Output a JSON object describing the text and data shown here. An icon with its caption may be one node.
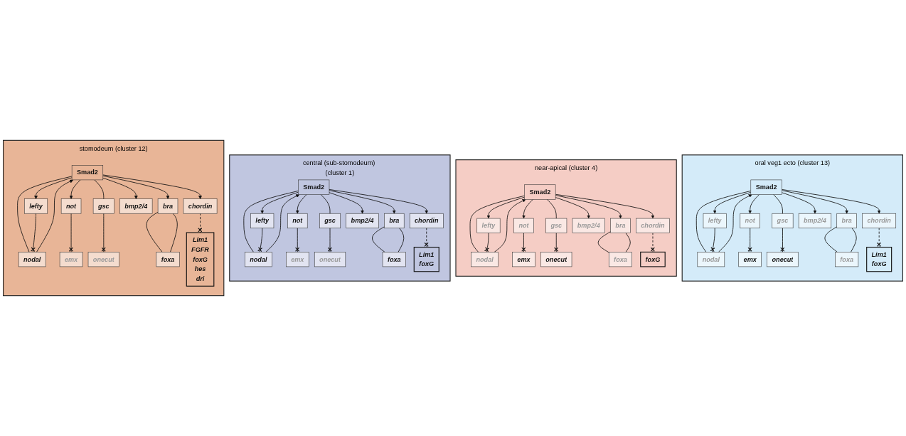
{
  "diagram": {
    "nodes": [
      {
        "text": [
          "stomodeum (cluster 12)"
        ]
      },
      {
        "text": [
          "Smad2"
        ],
        "in": 0
      },
      {
        "text": [
          "lefty"
        ],
        "in": 0
      },
      {
        "text": [
          "nodal"
        ],
        "in": 0
      },
      {
        "text": [
          "not"
        ],
        "in": 0
      },
      {
        "text": [
          "chordin"
        ],
        "in": 0
      },
      {
        "text": [
          "gsc"
        ],
        "in": 0
      },
      {
        "text": [
          "emx"
        ],
        "in": 0
      },
      {
        "text": [
          "bra"
        ],
        "in": 0
      },
      {
        "text": [
          "onecut"
        ],
        "in": 0
      },
      {
        "text": [
          "foxa"
        ],
        "in": 0
      },
      {
        "text": [
          "bmp2/4"
        ],
        "in": 0
      },
      {
        "text": [
          "Lim1",
          "FGFR",
          "foxG",
          "hes",
          "dri"
        ],
        "in": 0
      },
      {
        "text": [
          "central (sub-stomodeum) (cluster 1)"
        ]
      },
      {
        "text": [
          "Smad2"
        ],
        "in": 13
      },
      {
        "text": [
          "lefty"
        ],
        "in": 13
      },
      {
        "text": [
          "nodal"
        ],
        "in": 13
      },
      {
        "text": [
          "not"
        ],
        "in": 13
      },
      {
        "text": [
          "chordin"
        ],
        "in": 13
      },
      {
        "text": [
          "gsc"
        ],
        "in": 13
      },
      {
        "text": [
          "emx"
        ],
        "in": 13
      },
      {
        "text": [
          "bra"
        ],
        "in": 13
      },
      {
        "text": [
          "onecut"
        ],
        "in": 13
      },
      {
        "text": [
          "foxa"
        ],
        "in": 13
      },
      {
        "text": [
          "bmp2/4"
        ],
        "in": 13
      },
      {
        "text": [
          "Lim1",
          "foxG"
        ],
        "in": 13
      },
      {
        "text": [
          "near-apical (cluster 4)"
        ]
      },
      {
        "text": [
          "Smad2"
        ],
        "in": 26
      },
      {
        "text": [
          "lefty"
        ],
        "in": 26
      },
      {
        "text": [
          "nodal"
        ],
        "in": 26
      },
      {
        "text": [
          "not"
        ],
        "in": 26
      },
      {
        "text": [
          "chordin"
        ],
        "in": 26
      },
      {
        "text": [
          "gsc"
        ],
        "in": 26
      },
      {
        "text": [
          "emx"
        ],
        "in": 26
      },
      {
        "text": [
          "bra"
        ],
        "in": 26
      },
      {
        "text": [
          "onecut"
        ],
        "in": 26
      },
      {
        "text": [
          "foxa"
        ],
        "in": 26
      },
      {
        "text": [
          "bmp2/4"
        ],
        "in": 26
      },
      {
        "text": [
          "foxG"
        ],
        "in": 26
      },
      {
        "text": [
          "oral veg1 ecto (cluster 13)"
        ]
      },
      {
        "text": [
          "Smad2"
        ],
        "in": 39
      },
      {
        "text": [
          "lefty"
        ],
        "in": 39
      },
      {
        "text": [
          "nodal"
        ],
        "in": 39
      },
      {
        "text": [
          "not"
        ],
        "in": 39
      },
      {
        "text": [
          "chordin"
        ],
        "in": 39
      },
      {
        "text": [
          "gsc"
        ],
        "in": 39
      },
      {
        "text": [
          "emx"
        ],
        "in": 39
      },
      {
        "text": [
          "bra"
        ],
        "in": 39
      },
      {
        "text": [
          "onecut"
        ],
        "in": 39
      },
      {
        "text": [
          "foxa"
        ],
        "in": 39
      },
      {
        "text": [
          "bmp2/4"
        ],
        "in": 39
      },
      {
        "text": [
          "Lim1",
          "foxG"
        ],
        "in": 39
      }
    ],
    "edges": [
      {
        "from": 1,
        "to": 2,
        "arrow": "to"
      },
      {
        "from": 1,
        "to": 3,
        "arrow": "none"
      },
      {
        "from": 3,
        "to": 1,
        "arrow": "to"
      },
      {
        "from": 2,
        "to": 3,
        "arrow": "other"
      },
      {
        "from": 1,
        "to": 4,
        "arrow": "to"
      },
      {
        "from": 1,
        "to": 5,
        "arrow": "to"
      },
      {
        "from": 1,
        "to": 6,
        "arrow": "none"
      },
      {
        "from": 4,
        "to": 7,
        "arrow": "other"
      },
      {
        "from": 1,
        "to": 8,
        "arrow": "to"
      },
      {
        "from": 6,
        "to": 9,
        "arrow": "other"
      },
      {
        "from": 8,
        "to": 10,
        "arrow": "none"
      },
      {
        "from": 10,
        "to": 8,
        "arrow": "none"
      },
      {
        "from": 1,
        "to": 11,
        "arrow": "to"
      },
      {
        "from": 5,
        "to": 12,
        "arrow": "other",
        "style": "dashed"
      },
      {
        "from": 14,
        "to": 15,
        "arrow": "to"
      },
      {
        "from": 14,
        "to": 16,
        "arrow": "none"
      },
      {
        "from": 16,
        "to": 14,
        "arrow": "to"
      },
      {
        "from": 15,
        "to": 16,
        "arrow": "other"
      },
      {
        "from": 14,
        "to": 17,
        "arrow": "to"
      },
      {
        "from": 14,
        "to": 18,
        "arrow": "to"
      },
      {
        "from": 14,
        "to": 19,
        "arrow": "none"
      },
      {
        "from": 17,
        "to": 20,
        "arrow": "other"
      },
      {
        "from": 14,
        "to": 21,
        "arrow": "to"
      },
      {
        "from": 19,
        "to": 22,
        "arrow": "other"
      },
      {
        "from": 21,
        "to": 23,
        "arrow": "none"
      },
      {
        "from": 23,
        "to": 21,
        "arrow": "none"
      },
      {
        "from": 14,
        "to": 24,
        "arrow": "to"
      },
      {
        "from": 18,
        "to": 25,
        "arrow": "other",
        "style": "dashed"
      },
      {
        "from": 27,
        "to": 28,
        "arrow": "to"
      },
      {
        "from": 27,
        "to": 29,
        "arrow": "none"
      },
      {
        "from": 29,
        "to": 27,
        "arrow": "to"
      },
      {
        "from": 28,
        "to": 29,
        "arrow": "other"
      },
      {
        "from": 27,
        "to": 30,
        "arrow": "to"
      },
      {
        "from": 27,
        "to": 31,
        "arrow": "to"
      },
      {
        "from": 27,
        "to": 32,
        "arrow": "none"
      },
      {
        "from": 30,
        "to": 33,
        "arrow": "other"
      },
      {
        "from": 27,
        "to": 34,
        "arrow": "to"
      },
      {
        "from": 32,
        "to": 35,
        "arrow": "other"
      },
      {
        "from": 34,
        "to": 36,
        "arrow": "none"
      },
      {
        "from": 36,
        "to": 34,
        "arrow": "none"
      },
      {
        "from": 27,
        "to": 37,
        "arrow": "to"
      },
      {
        "from": 31,
        "to": 38,
        "arrow": "other",
        "style": "dashed"
      },
      {
        "from": 40,
        "to": 41,
        "arrow": "to"
      },
      {
        "from": 40,
        "to": 42,
        "arrow": "none"
      },
      {
        "from": 42,
        "to": 40,
        "arrow": "to"
      },
      {
        "from": 41,
        "to": 42,
        "arrow": "other"
      },
      {
        "from": 40,
        "to": 43,
        "arrow": "to"
      },
      {
        "from": 40,
        "to": 44,
        "arrow": "to"
      },
      {
        "from": 40,
        "to": 45,
        "arrow": "none"
      },
      {
        "from": 43,
        "to": 46,
        "arrow": "other"
      },
      {
        "from": 40,
        "to": 47,
        "arrow": "to"
      },
      {
        "from": 45,
        "to": 48,
        "arrow": "other"
      },
      {
        "from": 47,
        "to": 49,
        "arrow": "none"
      },
      {
        "from": 49,
        "to": 47,
        "arrow": "none"
      },
      {
        "from": 40,
        "to": 50,
        "arrow": "to"
      },
      {
        "from": 44,
        "to": 51,
        "arrow": "other",
        "style": "dashed"
      }
    ]
  }
}
